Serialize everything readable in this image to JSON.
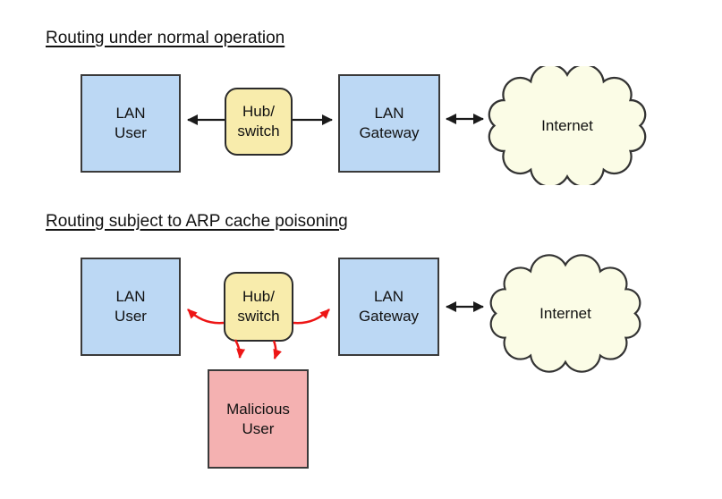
{
  "diagram_normal": {
    "title": "Routing under normal operation",
    "nodes": {
      "lan_user": "LAN\nUser",
      "hub": "Hub/\nswitch",
      "gateway": "LAN\nGateway",
      "internet": "Internet"
    }
  },
  "diagram_poisoned": {
    "title": "Routing subject to ARP cache poisoning",
    "nodes": {
      "lan_user": "LAN\nUser",
      "hub": "Hub/\nswitch",
      "gateway": "LAN\nGateway",
      "internet": "Internet",
      "malicious": "Malicious\nUser"
    }
  },
  "colors": {
    "node_blue": "#bcd8f4",
    "node_yellow": "#f8ecac",
    "node_pink": "#f4b1b1",
    "cloud_cream": "#fbfce6",
    "border_dark": "#3a3a3a",
    "arrow_black": "#1a1a1a",
    "arrow_red": "#ed1515",
    "text": "#111111",
    "background": "#ffffff"
  }
}
